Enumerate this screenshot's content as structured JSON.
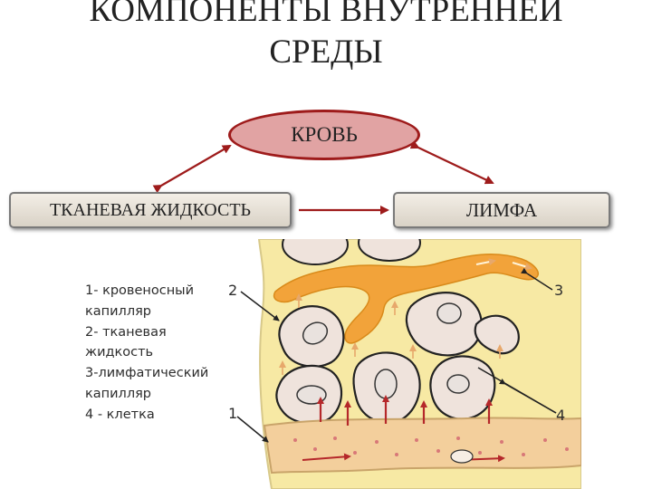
{
  "title": {
    "line1": "КОМПОНЕНТЫ ВНУТРЕННЕЙ",
    "line2": "СРЕДЫ"
  },
  "scheme": {
    "blood": "КРОВЬ",
    "tissue_fluid": "ТКАНЕВАЯ ЖИДКОСТЬ",
    "lymph": "ЛИМФА"
  },
  "figure": {
    "legend": [
      "1- кровеносный",
      "капилляр",
      "2- тканевая",
      "жидкость",
      "3-лимфатический",
      "капилляр",
      "4 - клетка"
    ],
    "callouts": [
      "1",
      "2",
      "3",
      "4"
    ]
  },
  "colors": {
    "ellipse_fill": "#e1a3a3",
    "ellipse_border": "#9e1b1b",
    "arrow": "#9e1b1b",
    "tissue_bg": "#f7e9a4",
    "lymph_vessel": "#f2a33a",
    "blood_capillary": "#f3cf9c",
    "cell": "#efe3dc"
  }
}
